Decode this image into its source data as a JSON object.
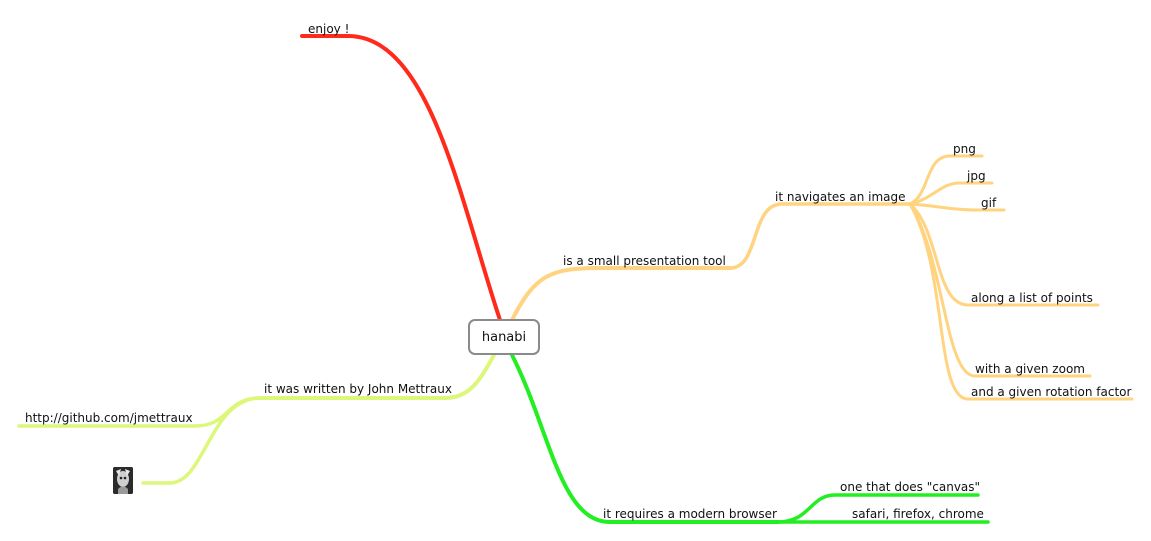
{
  "root": {
    "label": "hanabi"
  },
  "branches": {
    "enjoy": {
      "label": "enjoy !",
      "color": "#ff2a1a"
    },
    "presentation": {
      "label": "is a small presentation tool",
      "color": "#ffd37f",
      "navigates": {
        "label": "it navigates an image",
        "formats": [
          "png",
          "jpg",
          "gif"
        ],
        "details": [
          "along a list of points",
          "with a given zoom",
          "and a given rotation factor"
        ]
      }
    },
    "author": {
      "label": "it was written by John Mettraux",
      "color": "#dcf77a",
      "link": "http://github.com/jmettraux",
      "avatar_icon": "author-avatar-image"
    },
    "browser": {
      "label": "it requires a modern browser",
      "color": "#22ee22",
      "children": [
        "one that does \"canvas\"",
        "safari, firefox, chrome"
      ]
    }
  }
}
